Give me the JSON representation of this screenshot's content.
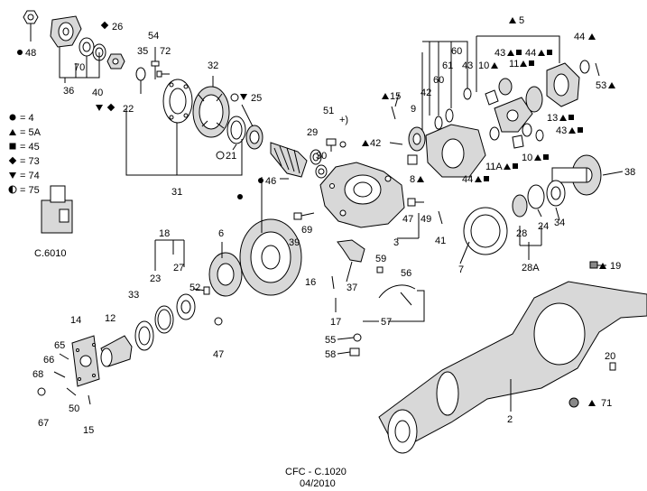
{
  "diagram": {
    "labels": [
      {
        "id": "48",
        "text": "48"
      },
      {
        "id": "26",
        "text": "26"
      },
      {
        "id": "70",
        "text": "70"
      },
      {
        "id": "40",
        "text": "40"
      },
      {
        "id": "36",
        "text": "36"
      },
      {
        "id": "35",
        "text": "35"
      },
      {
        "id": "54",
        "text": "54"
      },
      {
        "id": "72",
        "text": "72"
      },
      {
        "id": "22",
        "text": "22"
      },
      {
        "id": "32",
        "text": "32"
      },
      {
        "id": "25",
        "text": "25"
      },
      {
        "id": "21",
        "text": "21"
      },
      {
        "id": "31",
        "text": "31"
      },
      {
        "id": "15",
        "text": "15"
      },
      {
        "id": "9",
        "text": "9"
      },
      {
        "id": "42a",
        "text": "42"
      },
      {
        "id": "60a",
        "text": "60"
      },
      {
        "id": "60b",
        "text": "60"
      },
      {
        "id": "61",
        "text": "61"
      },
      {
        "id": "43a",
        "text": "43"
      },
      {
        "id": "5",
        "text": "5"
      },
      {
        "id": "44a",
        "text": "44"
      },
      {
        "id": "53",
        "text": "53"
      },
      {
        "id": "43b",
        "text": "43"
      },
      {
        "id": "44b",
        "text": "44"
      },
      {
        "id": "10a",
        "text": "10"
      },
      {
        "id": "11",
        "text": "11"
      },
      {
        "id": "13",
        "text": "13"
      },
      {
        "id": "43c",
        "text": "43"
      },
      {
        "id": "10b",
        "text": "10"
      },
      {
        "id": "11A",
        "text": "11A"
      },
      {
        "id": "44c",
        "text": "44"
      },
      {
        "id": "38",
        "text": "38"
      },
      {
        "id": "51",
        "text": "51"
      },
      {
        "id": "plus",
        "text": "+)"
      },
      {
        "id": "29",
        "text": "29"
      },
      {
        "id": "30",
        "text": "30"
      },
      {
        "id": "42b",
        "text": "42"
      },
      {
        "id": "8",
        "text": "8"
      },
      {
        "id": "46",
        "text": "46"
      },
      {
        "id": "47a",
        "text": "47"
      },
      {
        "id": "49",
        "text": "49"
      },
      {
        "id": "3",
        "text": "3"
      },
      {
        "id": "41",
        "text": "41"
      },
      {
        "id": "69",
        "text": "69"
      },
      {
        "id": "39",
        "text": "39"
      },
      {
        "id": "28",
        "text": "28"
      },
      {
        "id": "24",
        "text": "24"
      },
      {
        "id": "34",
        "text": "34"
      },
      {
        "id": "28A",
        "text": "28A"
      },
      {
        "id": "7",
        "text": "7"
      },
      {
        "id": "18",
        "text": "18"
      },
      {
        "id": "6",
        "text": "6"
      },
      {
        "id": "23",
        "text": "23"
      },
      {
        "id": "27",
        "text": "27"
      },
      {
        "id": "52",
        "text": "52"
      },
      {
        "id": "33",
        "text": "33"
      },
      {
        "id": "59",
        "text": "59"
      },
      {
        "id": "56",
        "text": "56"
      },
      {
        "id": "16",
        "text": "16"
      },
      {
        "id": "37",
        "text": "37"
      },
      {
        "id": "19",
        "text": "19"
      },
      {
        "id": "17",
        "text": "17"
      },
      {
        "id": "57",
        "text": "57"
      },
      {
        "id": "14",
        "text": "14"
      },
      {
        "id": "12",
        "text": "12"
      },
      {
        "id": "47b",
        "text": "47"
      },
      {
        "id": "55",
        "text": "55"
      },
      {
        "id": "58",
        "text": "58"
      },
      {
        "id": "65",
        "text": "65"
      },
      {
        "id": "66",
        "text": "66"
      },
      {
        "id": "68",
        "text": "68"
      },
      {
        "id": "50",
        "text": "50"
      },
      {
        "id": "67",
        "text": "67"
      },
      {
        "id": "15b",
        "text": "15"
      },
      {
        "id": "20",
        "text": "20"
      },
      {
        "id": "71",
        "text": "71"
      },
      {
        "id": "2",
        "text": "2"
      }
    ],
    "legend": [
      {
        "symbol": "dot",
        "text": "= 4"
      },
      {
        "symbol": "triangle-up",
        "text": "= 5A"
      },
      {
        "symbol": "square",
        "text": "= 45"
      },
      {
        "symbol": "diamond",
        "text": "= 73"
      },
      {
        "symbol": "triangle-down",
        "text": "= 74"
      },
      {
        "symbol": "half-circle",
        "text": "= 75"
      }
    ],
    "inset_caption": "C.6010",
    "footer": {
      "code": "CFC - C.1020",
      "date": "04/2010"
    }
  }
}
